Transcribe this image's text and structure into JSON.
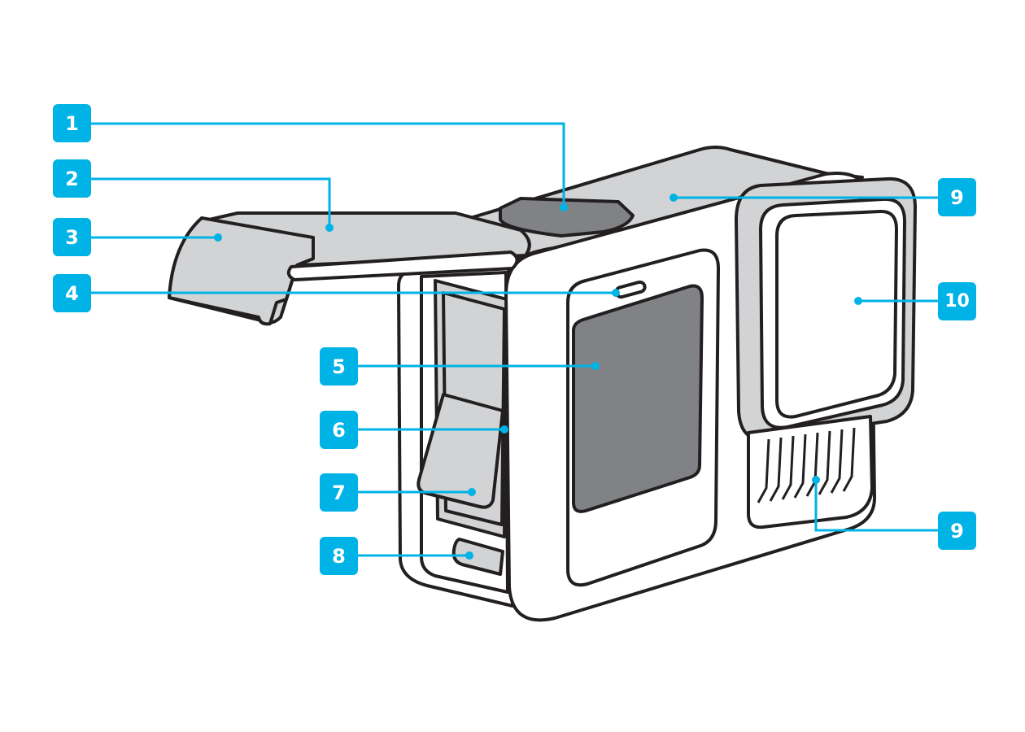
{
  "colors": {
    "accent": "#00b3e6",
    "outline": "#231f20",
    "light_gray": "#d1d3d4",
    "dark_gray": "#808285"
  },
  "callouts": [
    {
      "label": "1",
      "part": "shutter-button"
    },
    {
      "label": "2",
      "part": "door"
    },
    {
      "label": "3",
      "part": "door-latch"
    },
    {
      "label": "4",
      "part": "status-light"
    },
    {
      "label": "5",
      "part": "touch-screen"
    },
    {
      "label": "6",
      "part": "battery"
    },
    {
      "label": "7",
      "part": "battery-tab"
    },
    {
      "label": "8",
      "part": "mode-button"
    },
    {
      "label": "9",
      "part": "microphone-top"
    },
    {
      "label": "10",
      "part": "lens"
    },
    {
      "label": "9",
      "part": "microphone-front"
    }
  ]
}
